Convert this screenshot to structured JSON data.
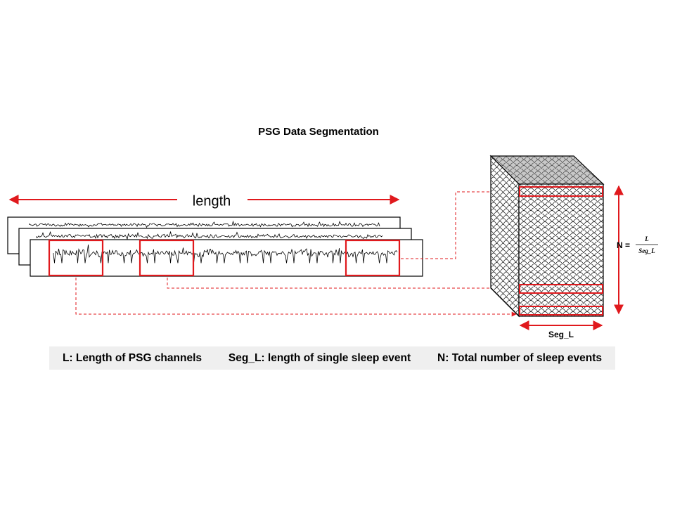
{
  "title": "PSG Data Segmentation",
  "length_label": "length",
  "seg_label": "Seg_L",
  "formula": {
    "prefix": "N =",
    "numerator": "L",
    "denominator": "Seg_L"
  },
  "legend": {
    "l": "L: Length of PSG channels",
    "seg_l": "Seg_L: length of single sleep event",
    "n": "N: Total number of sleep events"
  },
  "colors": {
    "accent": "#e0191d",
    "cube_top": "#c8c8c8",
    "legend_bg": "#efefef"
  }
}
